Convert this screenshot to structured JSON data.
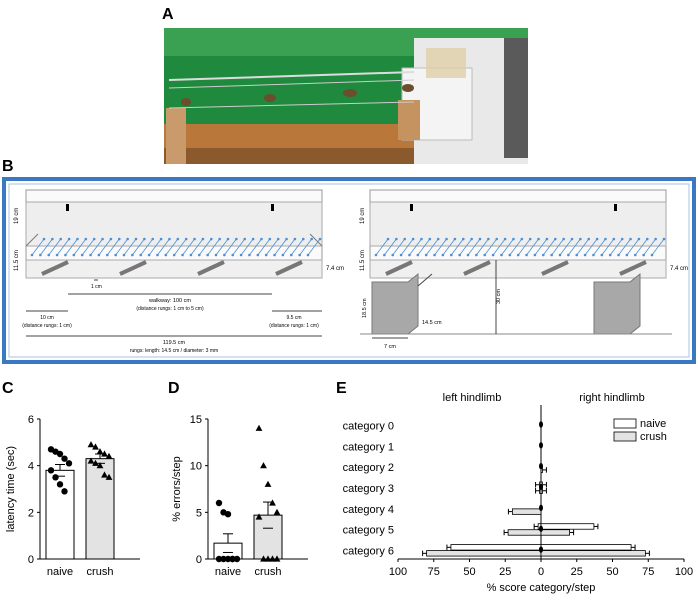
{
  "panels": {
    "A": {
      "letter": "A",
      "photo_description_colors": {
        "bg": "#1f8a3d",
        "table": "#b9773a",
        "machine": "#e9e9e9"
      }
    },
    "B": {
      "letter": "B",
      "border_color": "#3a78c2",
      "rung_color": "#4a8ed8",
      "left": {
        "height_top": "19 cm",
        "height_low": "11.5 cm",
        "depth": "7.4 cm",
        "rung_spacing": "1 cm",
        "walkway": "walkway: 100 cm",
        "walkway_sub": "(distance rungs: 1 cm to 5 cm)",
        "left_zone": "10 cm",
        "left_zone_sub": "(distance rungs: 1 cm)",
        "right_zone": "9.5 cm",
        "right_zone_sub": "(distance rungs: 1 cm)",
        "total": "119.5 cm",
        "total_sub": "rungs: length: 14.5 cm / diameter: 3 mm"
      },
      "right": {
        "height_top": "19 cm",
        "height_low": "11.5 cm",
        "depth": "7.4 cm",
        "support_height": "18.5 cm",
        "support_depth": "14.5 cm",
        "support_width": "7 cm",
        "elevation": "30 cm"
      }
    },
    "C": {
      "letter": "C"
    },
    "D": {
      "letter": "D"
    },
    "E": {
      "letter": "E",
      "left_title": "left hindlimb",
      "right_title": "right hindlimb"
    }
  },
  "chart_data": [
    {
      "panel": "C",
      "type": "bar",
      "categories": [
        "naive",
        "crush"
      ],
      "values": [
        3.8,
        4.3
      ],
      "errors": [
        0.25,
        0.2
      ],
      "ylabel": "latency time (sec)",
      "ylim": [
        0,
        6
      ],
      "yticks": [
        "0",
        "2",
        "4",
        "6"
      ],
      "bar_colors": [
        "#ffffff",
        "#e3e3e3"
      ],
      "points": {
        "naive": [
          4.7,
          4.6,
          4.5,
          4.3,
          4.1,
          3.8,
          3.5,
          3.2,
          2.9
        ],
        "crush": [
          4.9,
          4.8,
          4.6,
          4.5,
          4.4,
          4.2,
          4.1,
          4.0,
          3.6,
          3.5
        ]
      },
      "markers": [
        "circle",
        "triangle"
      ]
    },
    {
      "panel": "D",
      "type": "bar",
      "categories": [
        "naive",
        "crush"
      ],
      "values": [
        1.7,
        4.7
      ],
      "errors": [
        1.0,
        1.4
      ],
      "ylabel": "% errors/step",
      "ylim": [
        0,
        15
      ],
      "yticks": [
        "0",
        "5",
        "10",
        "15"
      ],
      "bar_colors": [
        "#ffffff",
        "#e3e3e3"
      ],
      "points": {
        "naive": [
          6.0,
          5.0,
          4.8,
          0,
          0,
          0,
          0,
          0,
          0
        ],
        "crush": [
          14.0,
          10.0,
          8.0,
          6.0,
          5.0,
          4.5,
          0,
          0,
          0,
          0
        ]
      },
      "markers": [
        "circle",
        "triangle"
      ]
    },
    {
      "panel": "E",
      "type": "bar",
      "orientation": "horizontal",
      "categories": [
        "category 0",
        "category 1",
        "category 2",
        "category 3",
        "category 4",
        "category 5",
        "category 6"
      ],
      "series": [
        {
          "name": "naive",
          "left": [
            0,
            0,
            0,
            1,
            0,
            2,
            63
          ],
          "right": [
            0,
            0,
            0,
            1,
            0,
            37,
            63
          ],
          "color": "#ffffff"
        },
        {
          "name": "crush",
          "left": [
            0,
            0,
            0,
            1,
            20,
            23,
            80
          ],
          "right": [
            0,
            0,
            1,
            1,
            0,
            20,
            73
          ],
          "color": "#e3e3e3"
        }
      ],
      "xlabel": "% score category/step",
      "xlim": [
        -100,
        100
      ],
      "xticks": [
        "100",
        "75",
        "50",
        "25",
        "0",
        "25",
        "50",
        "75",
        "100"
      ],
      "legend": "top-right"
    }
  ]
}
